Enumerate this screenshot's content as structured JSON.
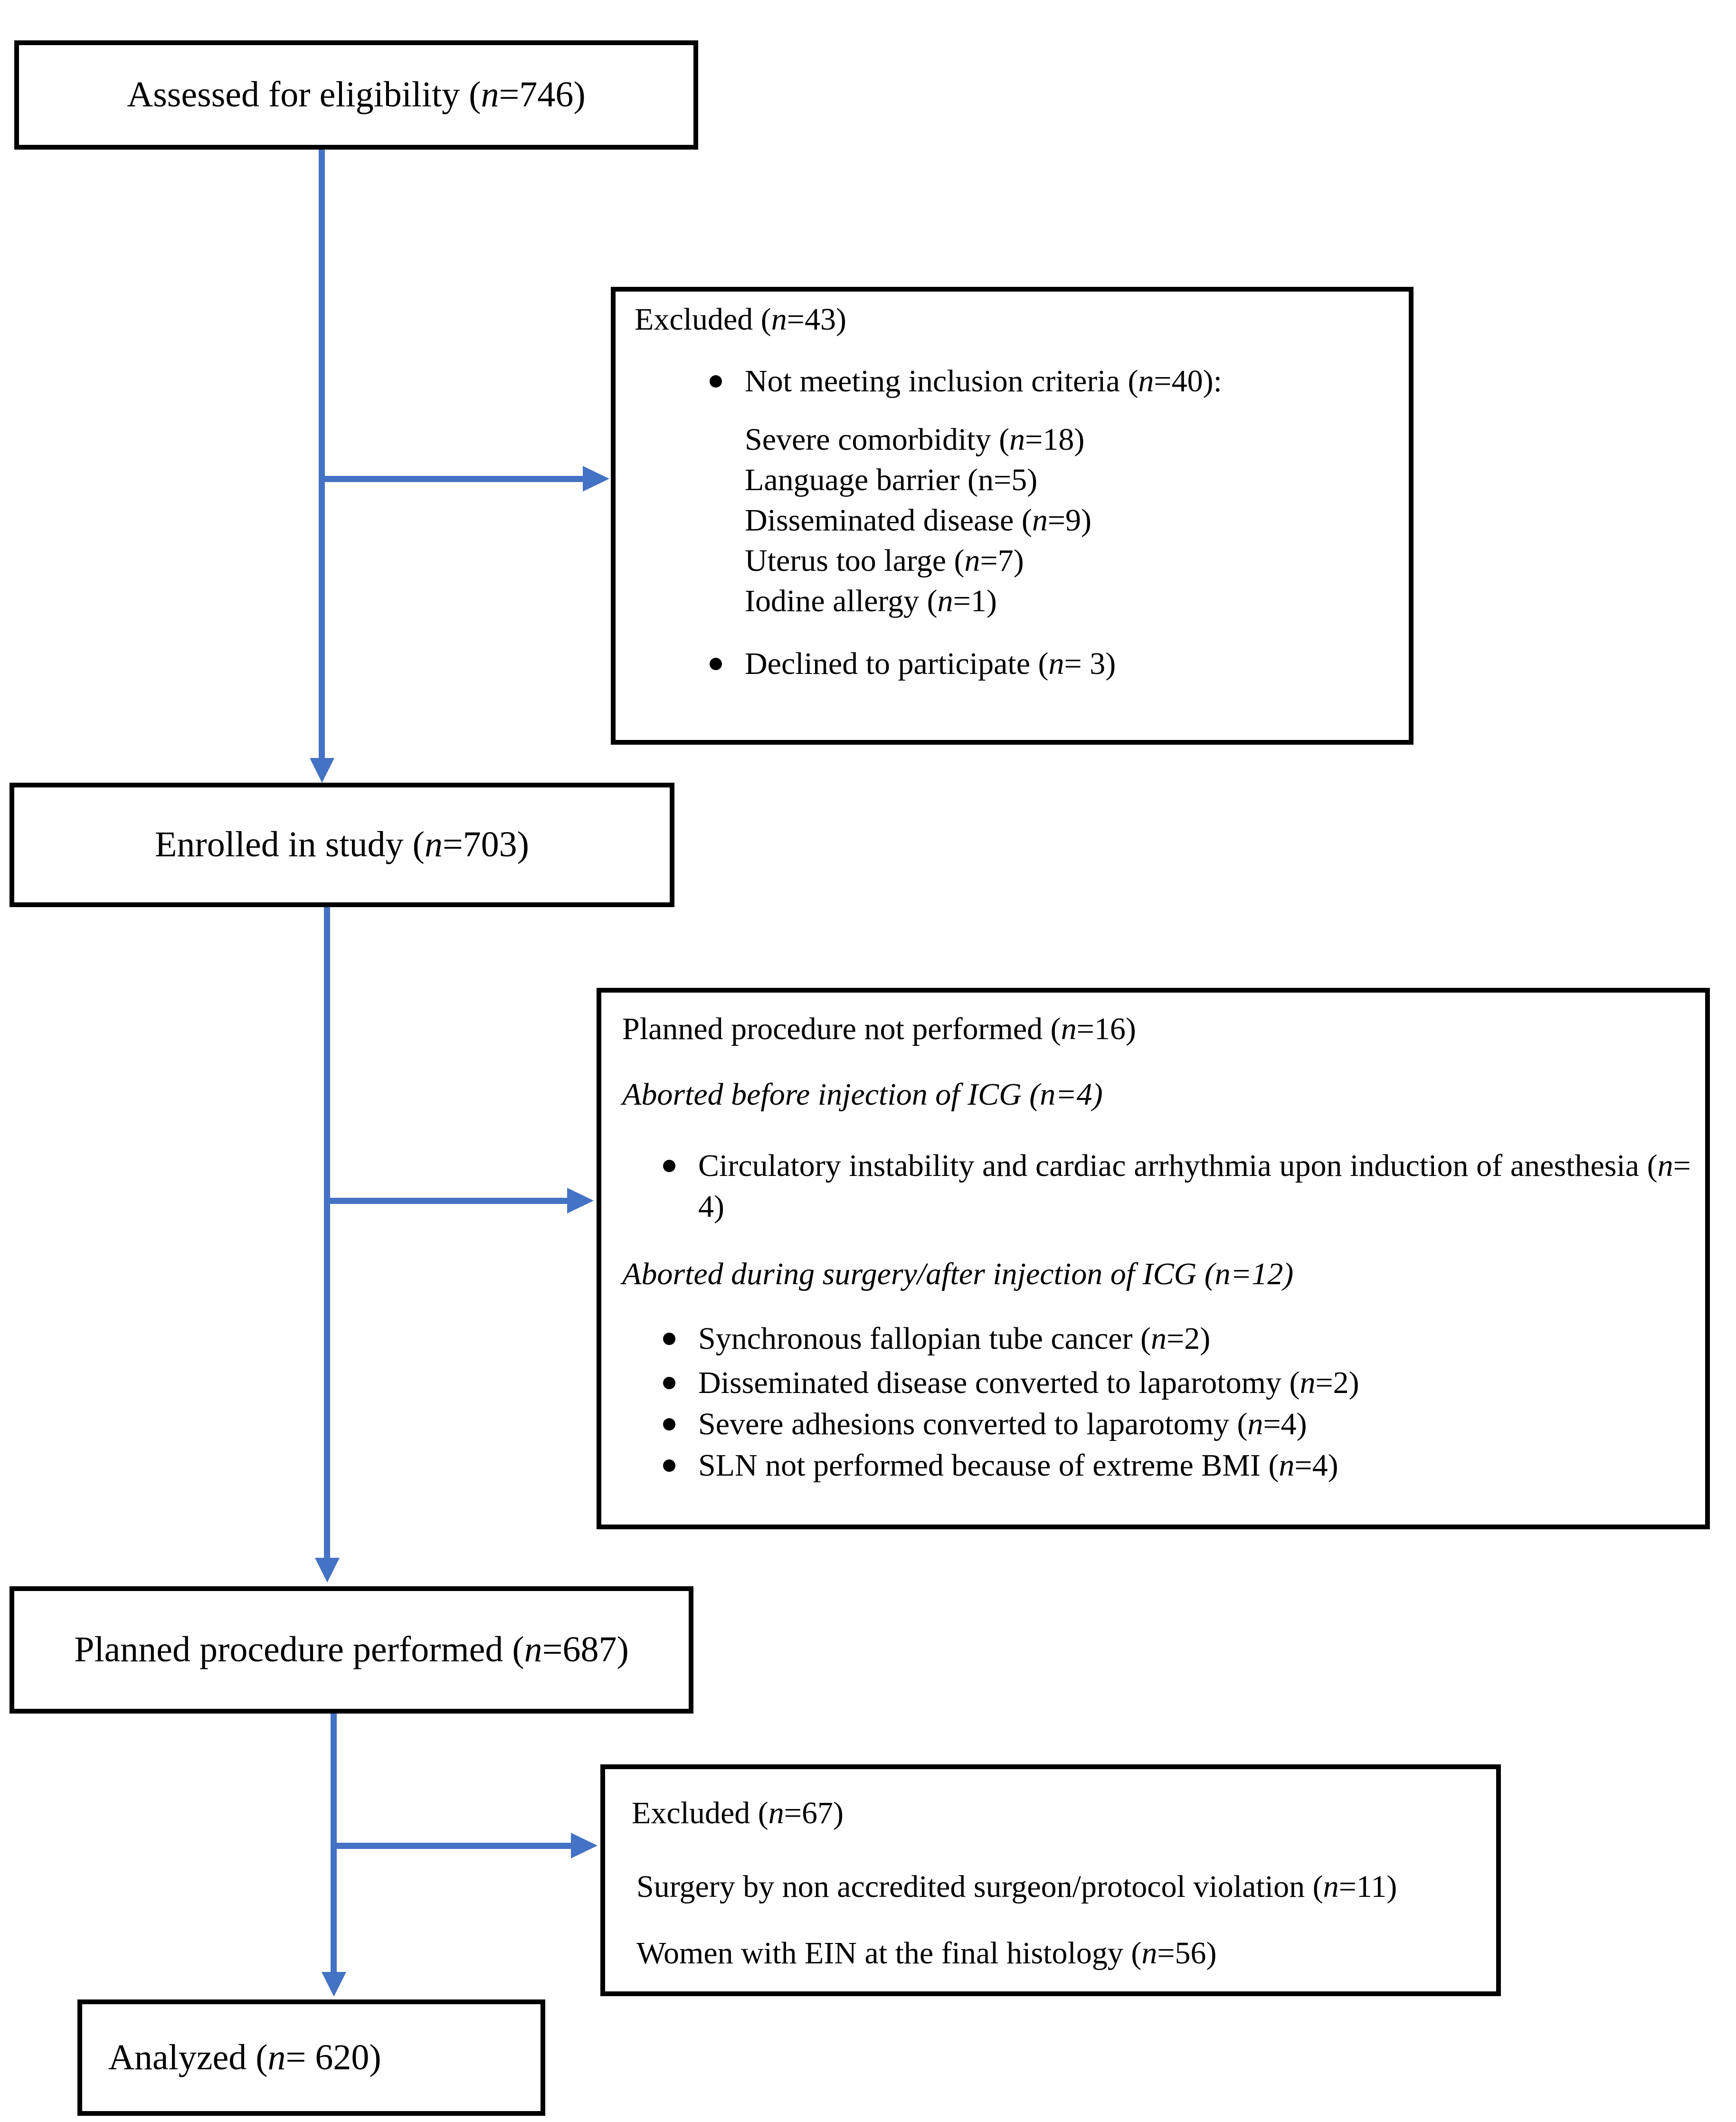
{
  "figure": {
    "type": "consort-flow-diagram",
    "background": "#ffffff",
    "arrow_color": "#4472C4",
    "border_color": "#000000"
  },
  "boxes": {
    "assessed": {
      "label": "Assessed for eligibility (n=746)"
    },
    "excluded_enrollment": {
      "title": "Excluded (n=43)",
      "bullet1": "Not meeting inclusion criteria (n=40):",
      "sub_items": [
        "Severe comorbidity (n=18)",
        "Language barrier (n=5)",
        "Disseminated disease (n=9)",
        "Uterus too large (n=7)",
        "Iodine allergy (n=1)"
      ],
      "bullet2": "Declined to participate (n= 3)"
    },
    "enrolled": {
      "label": "Enrolled in study (n=703)"
    },
    "not_performed": {
      "title": "Planned procedure not performed (n=16)",
      "subtitle1": "Aborted before injection of ICG (n=4)",
      "bullet1": "Circulatory instability and cardiac arrhythmia upon induction of anesthesia (n= 4)",
      "subtitle2": "Aborted during surgery/after injection of ICG (n=12)",
      "bullets2": [
        "Synchronous fallopian tube cancer (n=2)",
        "Disseminated disease converted to laparotomy (n=2)",
        "Severe adhesions converted to laparotomy (n=4)",
        "SLN not performed because of extreme BMI (n=4)"
      ]
    },
    "performed": {
      "label": "Planned procedure performed (n=687)"
    },
    "excluded_analysis": {
      "title": "Excluded (n=67)",
      "lines": [
        "Surgery by non accredited surgeon/protocol violation (n=11)",
        "Women with EIN at the final histology (n=56)"
      ]
    },
    "analyzed": {
      "label": "Analyzed (n= 620)"
    }
  }
}
